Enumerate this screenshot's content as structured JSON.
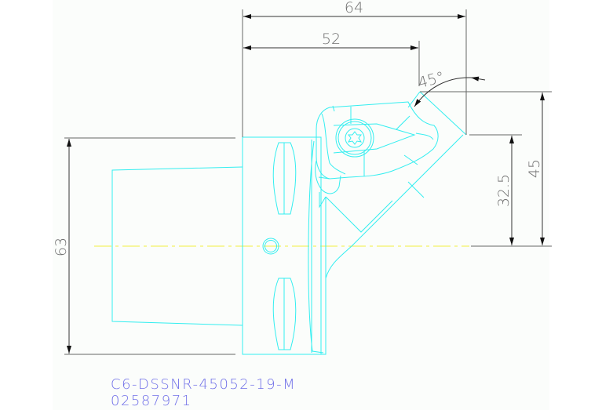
{
  "drawing": {
    "title": "C6-DSSNR-45052-19-M",
    "part_number": "02587971",
    "colors": {
      "background": "#fbfdfb",
      "outline": "#33eef0",
      "dimension": "#555555",
      "centerline": "#f0f040",
      "caption": "#7070e8"
    },
    "dimensions": {
      "overall_length": "64",
      "length_to_tip": "52",
      "approach_angle": "45°",
      "tip_height": "32.5",
      "overall_height": "45",
      "shank_height": "63"
    }
  }
}
